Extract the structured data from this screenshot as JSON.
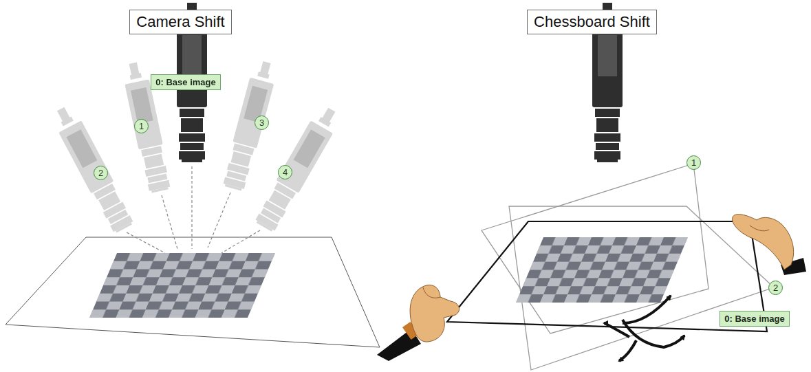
{
  "diagram": {
    "nodes": [
      {
        "text": [
          "Camera Shift"
        ]
      },
      {
        "text": [
          "0: Base image"
        ]
      },
      {
        "text": [
          "1"
        ]
      },
      {
        "text": [
          "2"
        ]
      },
      {
        "text": [
          "3"
        ]
      },
      {
        "text": [
          "4"
        ]
      },
      {
        "text": [
          "Chessboard Shift"
        ]
      },
      {
        "text": [
          "1"
        ]
      },
      {
        "text": [
          "2"
        ]
      },
      {
        "text": [
          "0: Base image"
        ]
      }
    ]
  }
}
